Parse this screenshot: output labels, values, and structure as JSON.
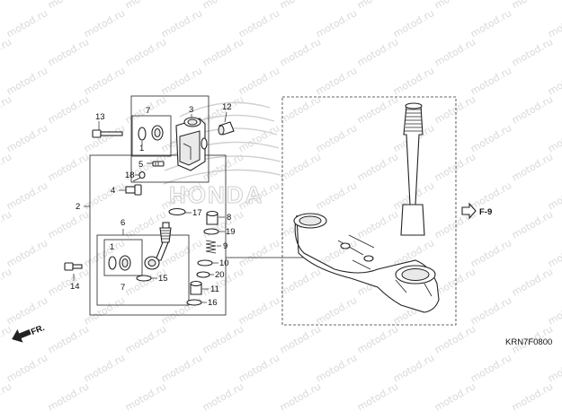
{
  "watermark": "motod.ru",
  "brand_mark_text": "HONDA",
  "part_labels": {
    "p1a": "1",
    "p1b": "1",
    "p2": "2",
    "p3": "3",
    "p4": "4",
    "p5": "5",
    "p6": "6",
    "p7a": "7",
    "p7b": "7",
    "p8": "8",
    "p9": "9",
    "p10": "10",
    "p11": "11",
    "p12": "12",
    "p13": "13",
    "p14": "14",
    "p15": "15",
    "p16": "16",
    "p17": "17",
    "p18": "18",
    "p19": "19",
    "p20": "20"
  },
  "reference": "F-9",
  "direction": "FR.",
  "diagram_code": "KRN7F0800"
}
